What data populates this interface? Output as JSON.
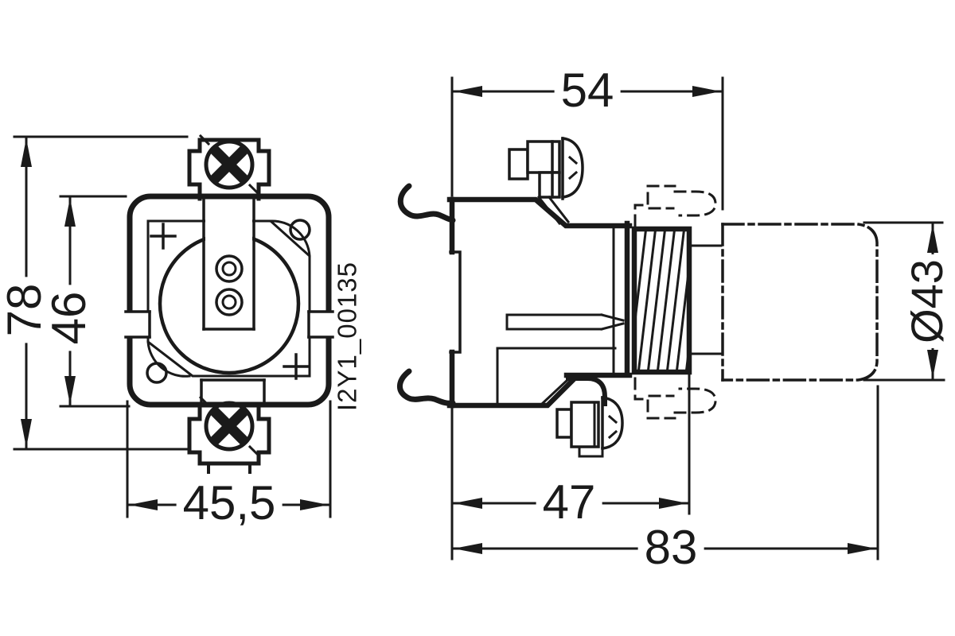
{
  "drawing": {
    "part_number": "I2Y1_00135",
    "dimensions": {
      "front_overall_height": "78",
      "front_body_height": "46",
      "front_body_width": "45,5",
      "side_depth_to_panel": "54",
      "side_body_depth": "47",
      "side_overall_depth": "83",
      "bezel_diameter": "Ø43"
    },
    "line_color": "#1a1a1a",
    "background_color": "#ffffff"
  }
}
